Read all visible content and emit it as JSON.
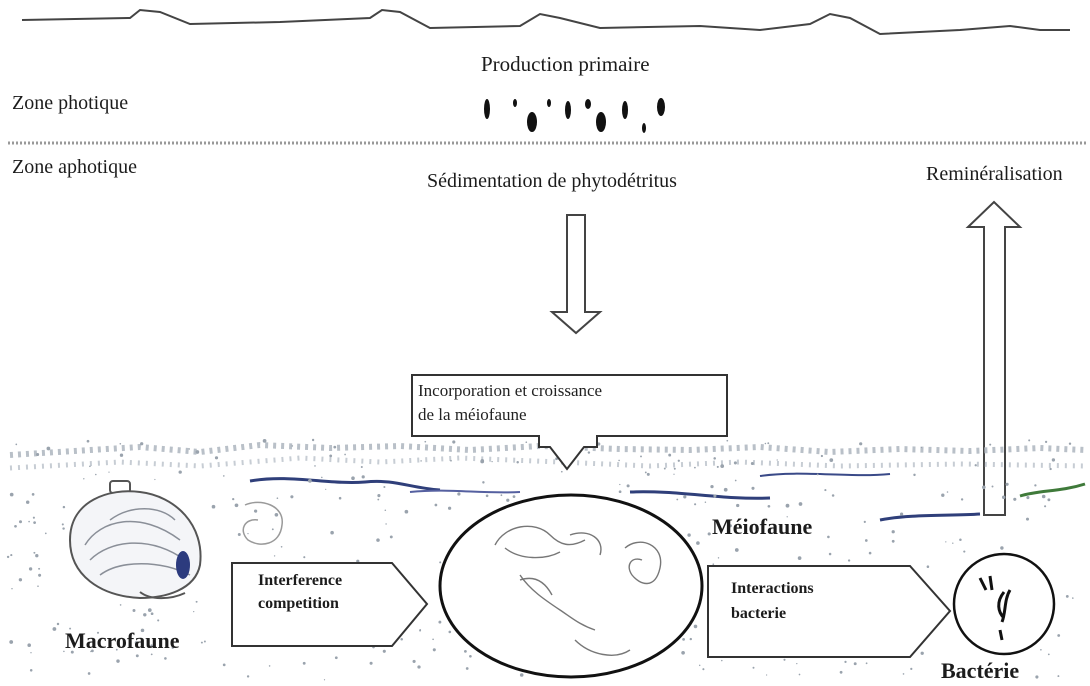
{
  "labels": {
    "production_primaire": "Production primaire",
    "zone_photique": "Zone photique",
    "zone_aphotique": "Zone aphotique",
    "sedimentation": "Sédimentation de phytodétritus",
    "remineralisation": "Reminéralisation",
    "incorporation_line1": "Incorporation et croissance",
    "incorporation_line2": "de la méiofaune",
    "meiofaune": "Méiofaune",
    "macrofaune": "Macrofaune",
    "bacterie": "Bactérie",
    "interference_line1": "Interference",
    "interference_line2": "competition",
    "interactions_line1": "Interactions",
    "interactions_line2": "bacterie"
  },
  "colors": {
    "line": "#1a1a1a",
    "arrow_stroke": "#3a3a3a",
    "sediment_dots": "#9aa3ad",
    "sediment_blue": "#2f3f7a",
    "sediment_green": "#3f7a3a"
  }
}
